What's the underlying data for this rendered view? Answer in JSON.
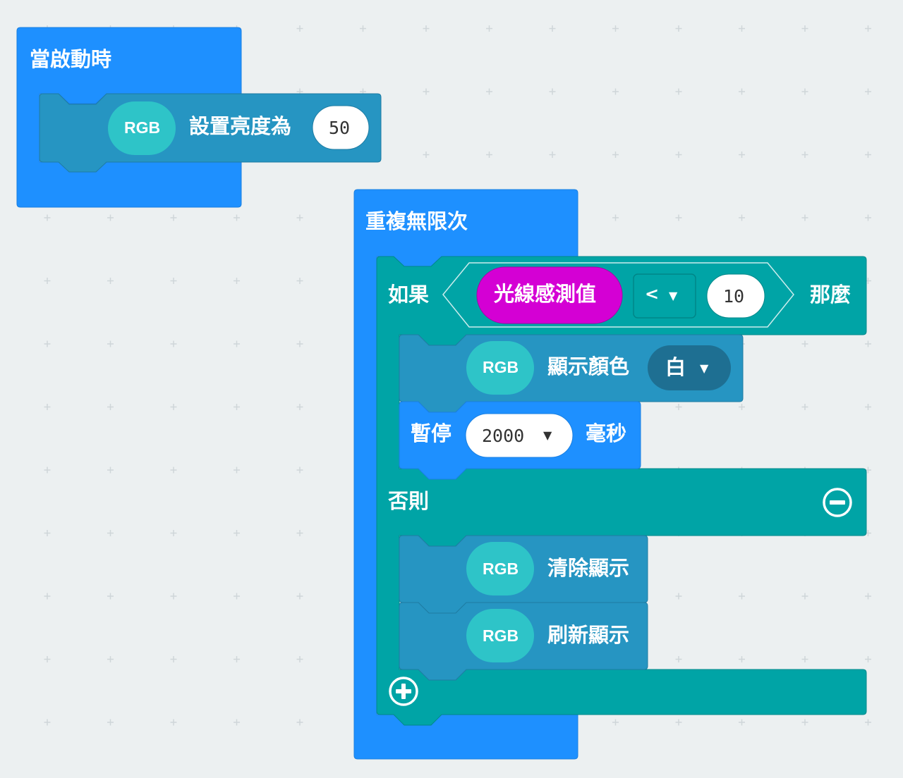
{
  "workspace": {
    "background": "#ecf0f1",
    "grid": true
  },
  "colors": {
    "basic": "#1e90ff",
    "rgb_module": "#2695c2",
    "rgb_badge": "#2ec4c8",
    "logic": "#00a4a6",
    "light_sensor": "#d400d4"
  },
  "on_start": {
    "label": "當啟動時",
    "set_brightness": {
      "badge": "RGB",
      "label": "設置亮度為",
      "value": "50"
    }
  },
  "forever": {
    "label": "重複無限次",
    "if_block": {
      "if_label": "如果",
      "sensor_label": "光線感測值",
      "operator": "<",
      "operator_icon": "dropdown-arrow-icon",
      "compare_value": "10",
      "then_label": "那麼",
      "show_color": {
        "badge": "RGB",
        "label": "顯示顏色",
        "color_value": "白"
      },
      "pause": {
        "label": "暫停",
        "value": "2000",
        "unit": "毫秒"
      },
      "else_label": "否則",
      "remove_else_icon": "minus-circle-icon",
      "clear_display": {
        "badge": "RGB",
        "label": "清除顯示"
      },
      "refresh_display": {
        "badge": "RGB",
        "label": "刷新顯示"
      },
      "add_else_icon": "plus-circle-icon"
    }
  }
}
